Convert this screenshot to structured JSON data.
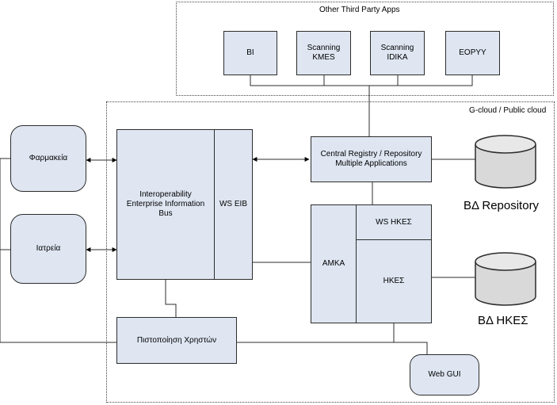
{
  "regions": {
    "third_party": "Other Third Party Apps",
    "cloud": "G-cloud / Public cloud"
  },
  "third_party_apps": {
    "bi": "BI",
    "kmes": "Scanning\nKMES",
    "idika": "Scanning\nIDIKA",
    "eopyy": "EOPYY"
  },
  "clients": {
    "pharmacies": "Φαρμακεία",
    "clinics": "Ιατρεία"
  },
  "bus": {
    "main": "Interoperability\nEnterprise Information\nBus",
    "ws": "WS EIB"
  },
  "registry": "Central Registry / Repository\nMultiple Applications",
  "hkes": {
    "amka": "ΑΜΚΑ",
    "ws": "WS ΗΚΕΣ",
    "main": "ΗΚΕΣ"
  },
  "auth": "Πιστοποίηση Χρηστών",
  "web_gui": "Web GUI",
  "databases": {
    "repository": "ΒΔ Repository",
    "hkes": "ΒΔ ΗΚΕΣ"
  },
  "colors": {
    "box_fill": "#dfe6f2",
    "db_fill": "#d9d9d9",
    "line": "#2c2c2c"
  }
}
